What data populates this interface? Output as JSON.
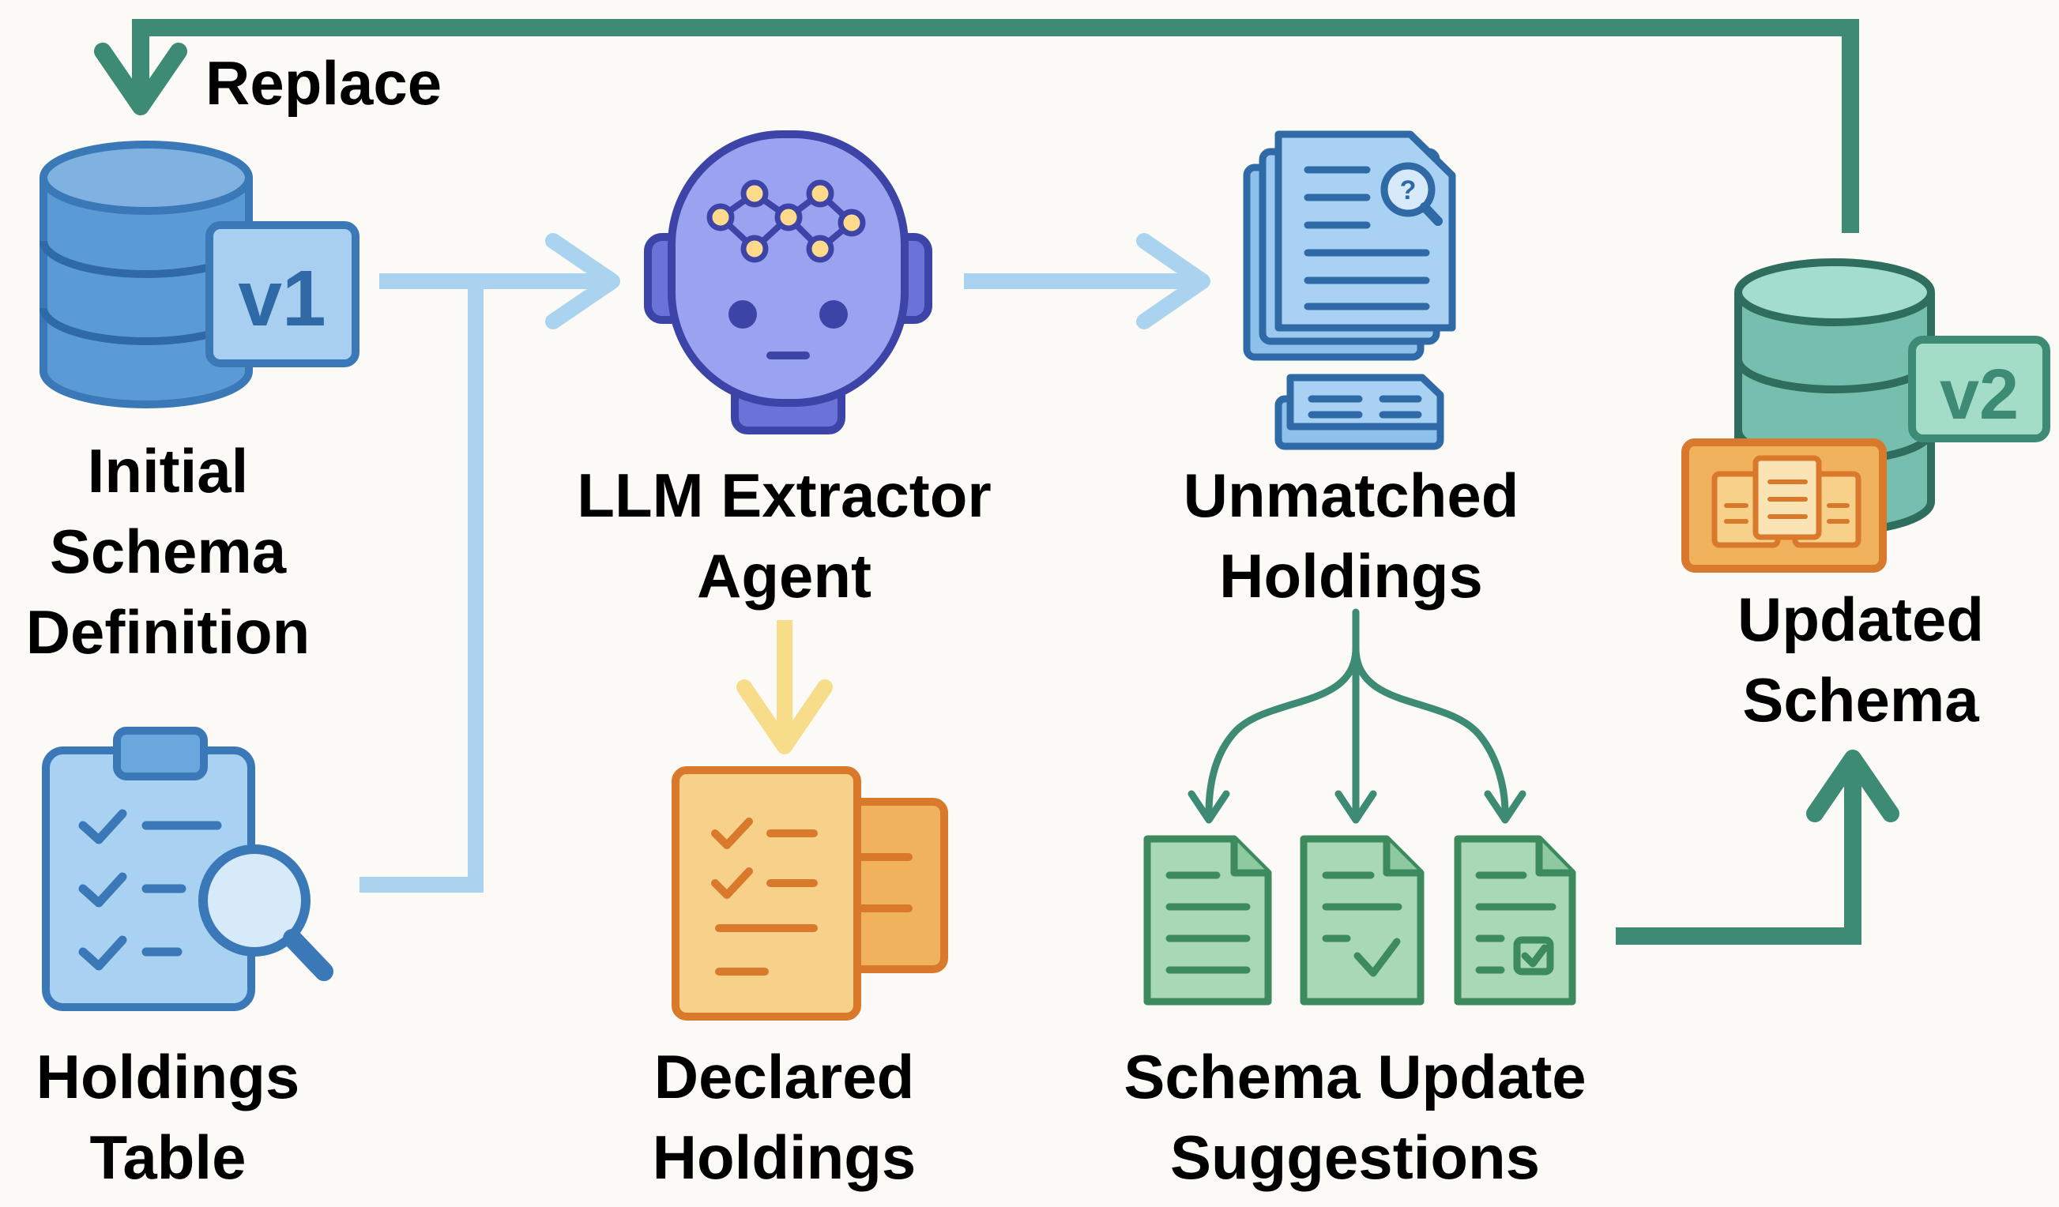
{
  "labels": {
    "replace": "Replace",
    "initial_schema": [
      "Initial",
      "Schema",
      "Definition"
    ],
    "holdings_table": [
      "Holdings",
      "Table"
    ],
    "llm_agent": [
      "LLM Extractor",
      "Agent"
    ],
    "declared_holdings": [
      "Declared",
      "Holdings"
    ],
    "unmatched_holdings": [
      "Unmatched",
      "Holdings"
    ],
    "schema_suggestions": [
      "Schema Update",
      "Suggestions"
    ],
    "updated_schema": [
      "Updated",
      "Schema"
    ]
  },
  "badges": {
    "v1": "v1",
    "v2": "v2"
  },
  "icons": {
    "initial_schema": "database-icon",
    "holdings_table": "clipboard-search-icon",
    "llm_agent": "robot-head-icon",
    "declared_holdings": "checklist-documents-icon",
    "unmatched_holdings": "document-stack-search-icon",
    "schema_suggestions": "green-documents-icon",
    "updated_schema": "database-icon"
  },
  "colors": {
    "teal_arrow": "#3d8a75",
    "light_blue_arrow": "#a9d3ee",
    "yellow_arrow": "#f7dc8a",
    "blue_icon": "#5b9bd5",
    "blue_stroke": "#3b78b8",
    "purple_robot": "#9aa3f0",
    "orange": "#f0b25c",
    "green_doc": "#a8d8b6",
    "teal_db": "#76bfae"
  }
}
